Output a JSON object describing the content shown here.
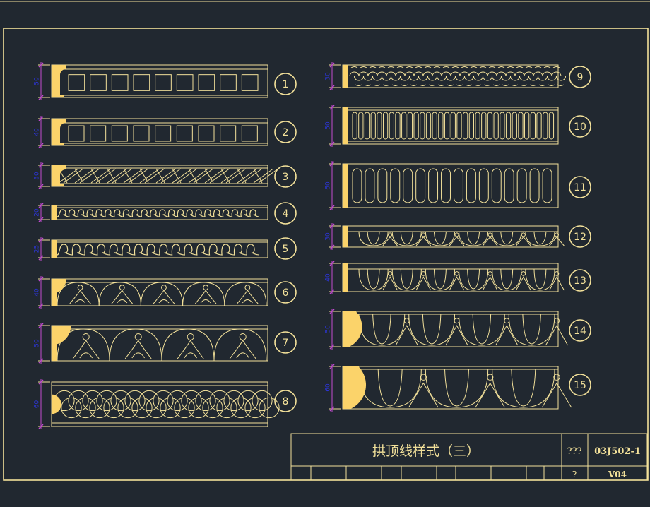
{
  "colors": {
    "background": "#212830",
    "line": "#f3e19a",
    "fill": "#fbd36a",
    "dimension": "#2c35d6",
    "dimension_tick": "#c24bd0"
  },
  "title_block": {
    "title": "拱顶线样式（三）",
    "field_a": "???",
    "atlas_code": "03J502-1",
    "field_b": "?",
    "page_no": "V04"
  },
  "dimension_values": {
    "p1": "50",
    "p2": "40",
    "p3": "30",
    "p4": "20",
    "p5": "25",
    "p6": "40",
    "p7": "50",
    "p8": "60",
    "p9": "30",
    "p10": "50",
    "p11": "60",
    "p12": "30",
    "p13": "40",
    "p14": "50",
    "p15": "60"
  },
  "patterns": [
    {
      "id": "p1",
      "number": "1",
      "motif": "square-panels"
    },
    {
      "id": "p2",
      "number": "2",
      "motif": "square-panels"
    },
    {
      "id": "p3",
      "number": "3",
      "motif": "twisted-rope"
    },
    {
      "id": "p4",
      "number": "4",
      "motif": "wave-scroll"
    },
    {
      "id": "p5",
      "number": "5",
      "motif": "wave-scroll"
    },
    {
      "id": "p6",
      "number": "6",
      "motif": "arch-leaf"
    },
    {
      "id": "p7",
      "number": "7",
      "motif": "arch-leaf"
    },
    {
      "id": "p8",
      "number": "8",
      "motif": "interlaced-circles"
    },
    {
      "id": "p9",
      "number": "9",
      "motif": "scale-braid"
    },
    {
      "id": "p10",
      "number": "10",
      "motif": "flutes"
    },
    {
      "id": "p11",
      "number": "11",
      "motif": "flutes"
    },
    {
      "id": "p12",
      "number": "12",
      "motif": "egg-and-dart"
    },
    {
      "id": "p13",
      "number": "13",
      "motif": "egg-and-dart"
    },
    {
      "id": "p14",
      "number": "14",
      "motif": "egg-and-dart"
    },
    {
      "id": "p15",
      "number": "15",
      "motif": "egg-and-dart"
    }
  ]
}
